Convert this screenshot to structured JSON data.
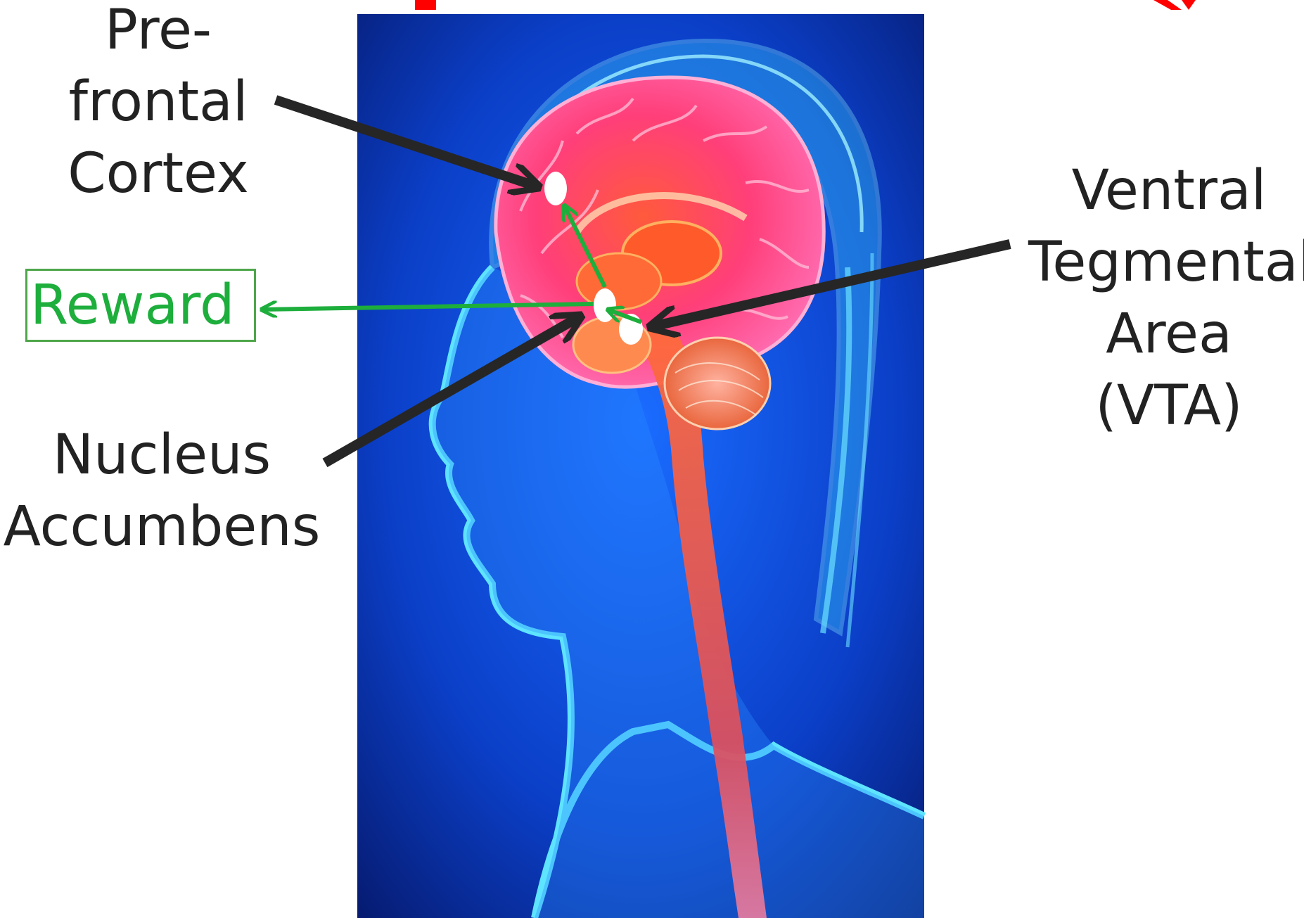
{
  "labels": {
    "prefrontal": [
      "Pre-",
      "frontal",
      "Cortex"
    ],
    "vta": [
      "Ventral",
      "Tegmental",
      "Area",
      "(VTA)"
    ],
    "nucleus": [
      "Nucleus",
      "Accumbens"
    ],
    "reward": "Reward"
  },
  "colors": {
    "text": "#222222",
    "pathway_arrow": "#1dae3c",
    "pointer_arrow": "#262626",
    "title_red": "#ff0000",
    "background": "#ffffff"
  }
}
